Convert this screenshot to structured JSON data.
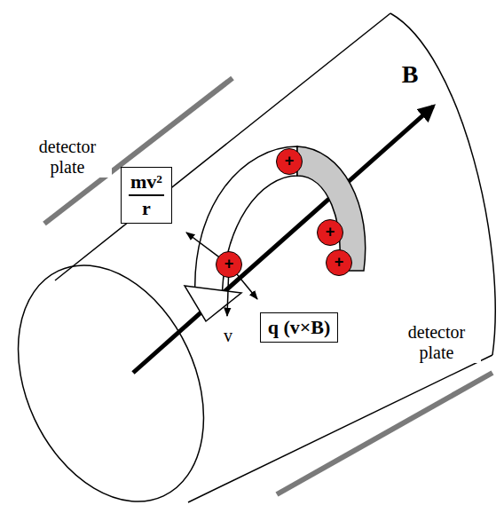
{
  "diagram": {
    "nodes": [
      {
        "text": [
          "+"
        ]
      },
      {
        "text": [
          "mv²",
          "r"
        ]
      },
      {
        "text": [
          "+"
        ]
      },
      {
        "text": [
          "+"
        ]
      },
      {
        "text": [
          "+"
        ]
      },
      {
        "text": [
          "q (v×B)"
        ]
      }
    ],
    "labels": [
      "detector plate",
      "detector plate",
      "B",
      "v"
    ]
  }
}
